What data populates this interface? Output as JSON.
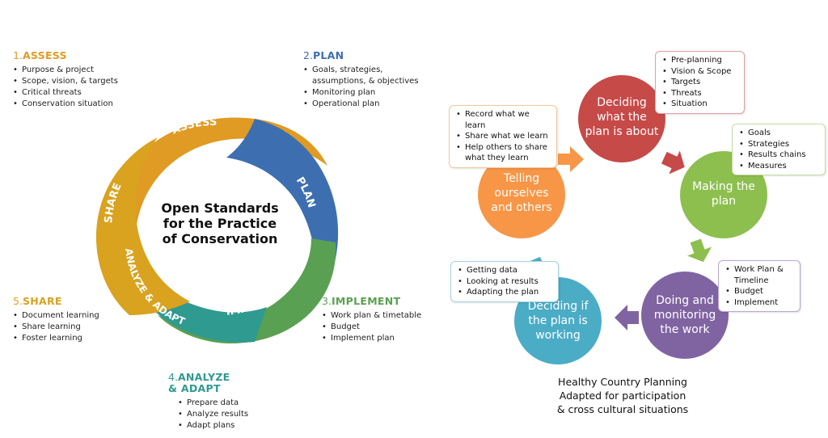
{
  "left": {
    "title_lines": [
      "Open Standards",
      "for the Practice",
      "of Conservation"
    ],
    "ring_labels": {
      "assess": "ASSESS",
      "plan": "PLAN",
      "implement": "IMPLEMENT",
      "analyze": "ANALYZE & ADAPT",
      "share": "SHARE"
    },
    "steps": [
      {
        "num": "1.",
        "name": "ASSESS",
        "items": [
          "Purpose & project",
          "Scope, vision, & targets",
          "Critical threats",
          "Conservation situation"
        ]
      },
      {
        "num": "2.",
        "name": "PLAN",
        "items": [
          "Goals, strategies,",
          "assumptions, & objectives",
          "Monitoring plan",
          "Operational plan"
        ]
      },
      {
        "num": "3.",
        "name": "IMPLEMENT",
        "items": [
          "Work plan & timetable",
          "Budget",
          "Implement plan"
        ]
      },
      {
        "num": "4.",
        "name_lines": [
          "ANALYZE",
          "& ADAPT"
        ],
        "items": [
          "Prepare data",
          "Analyze results",
          "Adapt plans"
        ]
      },
      {
        "num": "5.",
        "name": "SHARE",
        "items": [
          "Document learning",
          "Share learning",
          "Foster learning"
        ]
      }
    ],
    "colors": {
      "assess": "#e09b24",
      "plan": "#3d6fb0",
      "implement": "#5aa052",
      "analyze": "#2f9a8f",
      "share": "#d9a21f"
    }
  },
  "right": {
    "circles": [
      {
        "lines": [
          "Deciding",
          "what the",
          "plan is about"
        ],
        "color": "#c64a48"
      },
      {
        "lines": [
          "Making the",
          "plan"
        ],
        "color": "#8dbf4f"
      },
      {
        "lines": [
          "Doing and",
          "monitoring",
          "the work"
        ],
        "color": "#8064a2"
      },
      {
        "lines": [
          "Deciding if",
          "the plan is",
          "working"
        ],
        "color": "#4bacc6"
      },
      {
        "lines": [
          "Telling",
          "ourselves",
          "and others"
        ],
        "color": "#f79646"
      }
    ],
    "callouts": [
      {
        "items": [
          "Pre-planning",
          "Vision & Scope",
          "Targets",
          "Threats",
          "Situation"
        ],
        "border": "#e39fa2"
      },
      {
        "items": [
          "Goals",
          "Strategies",
          "Results chains",
          "Measures"
        ],
        "border": "#c3dca2"
      },
      {
        "items": [
          "Work Plan &",
          "Timeline",
          "Budget",
          "Implement"
        ],
        "border": "#b8a7d0"
      },
      {
        "items": [
          "Getting data",
          "Looking at results",
          "Adapting the plan"
        ],
        "border": "#a3d3e1"
      },
      {
        "items": [
          "Record what we learn",
          "Share what we learn",
          "Help others to share",
          "what they learn"
        ],
        "border": "#f7c59a"
      }
    ],
    "caption": [
      "Healthy Country Planning",
      "Adapted for participation",
      "& cross cultural situations"
    ]
  }
}
